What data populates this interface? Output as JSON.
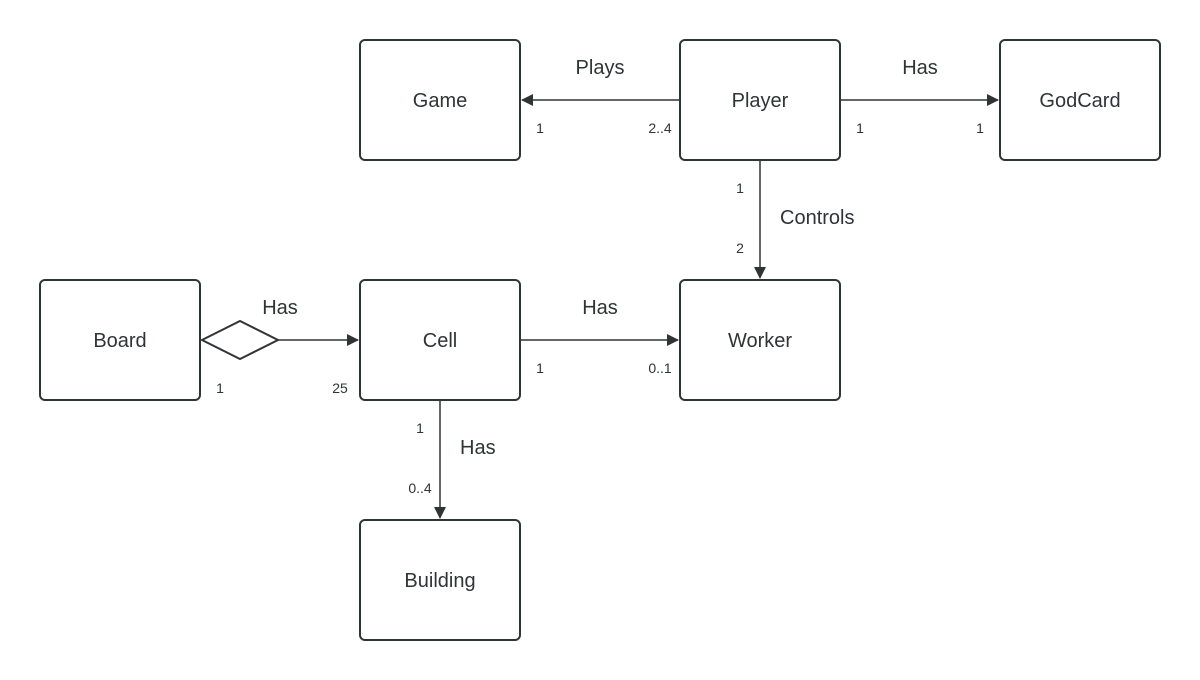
{
  "diagram": {
    "entities": {
      "game": "Game",
      "player": "Player",
      "godcard": "GodCard",
      "board": "Board",
      "cell": "Cell",
      "worker": "Worker",
      "building": "Building"
    },
    "relations": {
      "player_game": {
        "label": "Plays",
        "target_mult": "1",
        "source_mult": "2..4"
      },
      "player_godcard": {
        "label": "Has",
        "source_mult": "1",
        "target_mult": "1"
      },
      "player_worker": {
        "label": "Controls",
        "source_mult": "1",
        "target_mult": "2"
      },
      "board_cell": {
        "label": "Has",
        "source_mult": "1",
        "target_mult": "25",
        "kind": "aggregation"
      },
      "cell_worker": {
        "label": "Has",
        "source_mult": "1",
        "target_mult": "0..1"
      },
      "cell_building": {
        "label": "Has",
        "source_mult": "1",
        "target_mult": "0..4"
      }
    },
    "colors": {
      "stroke": "#2f3437",
      "fill": "#ffffff"
    }
  }
}
